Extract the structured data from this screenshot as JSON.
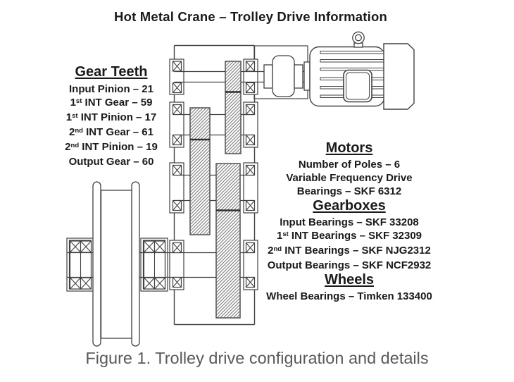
{
  "title": "Hot Metal Crane – Trolley Drive Information",
  "caption": "Figure 1. Trolley drive configuration and details",
  "colors": {
    "text": "#1a1a1a",
    "caption_text": "#595959",
    "diagram_line": "#414141"
  },
  "gear_teeth": {
    "heading": "Gear Teeth",
    "items": [
      [
        {
          "t": "Input Pinion – 21"
        }
      ],
      [
        {
          "t": "1"
        },
        {
          "t": "st",
          "sup": true
        },
        {
          "t": " INT Gear – 59"
        }
      ],
      [
        {
          "t": "1"
        },
        {
          "t": "st",
          "sup": true
        },
        {
          "t": " INT Pinion – 17"
        }
      ],
      [
        {
          "t": "2"
        },
        {
          "t": "nd",
          "sup": true
        },
        {
          "t": " INT Gear – 61"
        }
      ],
      [
        {
          "t": "2"
        },
        {
          "t": "nd",
          "sup": true
        },
        {
          "t": " INT Pinion – 19"
        }
      ],
      [
        {
          "t": "Output Gear – 60"
        }
      ]
    ]
  },
  "specs": {
    "sections": [
      {
        "heading": "Motors",
        "items": [
          [
            {
              "t": "Number of Poles – 6"
            }
          ],
          [
            {
              "t": "Variable Frequency Drive"
            }
          ],
          [
            {
              "t": "Bearings – SKF 6312"
            }
          ]
        ]
      },
      {
        "heading": "Gearboxes",
        "items": [
          [
            {
              "t": "Input Bearings – SKF 33208"
            }
          ],
          [
            {
              "t": "1"
            },
            {
              "t": "st",
              "sup": true
            },
            {
              "t": " INT Bearings – SKF 32309"
            }
          ],
          [
            {
              "t": "2"
            },
            {
              "t": "nd",
              "sup": true
            },
            {
              "t": " INT Bearings – SKF NJG2312"
            }
          ],
          [
            {
              "t": "Output Bearings – SKF NCF2932"
            }
          ]
        ]
      },
      {
        "heading": "Wheels",
        "items": [
          [
            {
              "t": "Wheel Bearings – Timken 133400"
            }
          ]
        ]
      }
    ]
  }
}
